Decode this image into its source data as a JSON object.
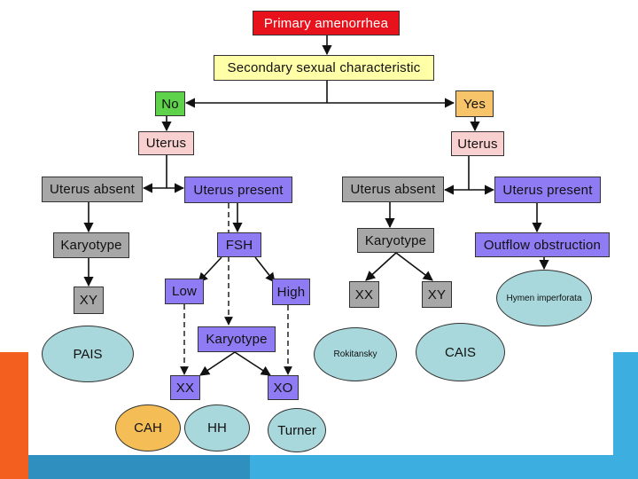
{
  "diagram": {
    "title": "Primary amenorrhea",
    "question": "Secondary sexual characteristic",
    "no": "No",
    "yes": "Yes",
    "uterus_left": "Uterus",
    "uterus_right": "Uterus",
    "uterus_absent_left": "Uterus absent",
    "uterus_present_left": "Uterus present",
    "uterus_absent_right": "Uterus absent",
    "uterus_present_right": "Uterus present",
    "karyotype_left": "Karyotype",
    "fsh": "FSH",
    "karyotype_right": "Karyotype",
    "outflow": "Outflow obstruction",
    "xy_left": "XY",
    "low": "Low",
    "high": "High",
    "xx_right": "XX",
    "xy_right": "XY",
    "hymen": "Hymen imperforata",
    "pais": "PAIS",
    "karyotype_mid": "Karyotype",
    "rokitansky": "Rokitansky",
    "cais": "CAIS",
    "xx_mid": "XX",
    "xo_mid": "XO",
    "cah": "CAH",
    "hh": "HH",
    "turner": "Turner"
  },
  "colors": {
    "purple": "#8f7cf4",
    "gray": "#a7a7a7",
    "teal": "#a8d8dc",
    "orange": "#f5bd55",
    "red": "#e8121d",
    "green": "#5fd24b",
    "peach": "#f7c46a",
    "pink": "#f9d0d0",
    "yellow": "#ffffa8",
    "accent_orange": "#f25f1f",
    "accent_blue": "#3daee0"
  }
}
